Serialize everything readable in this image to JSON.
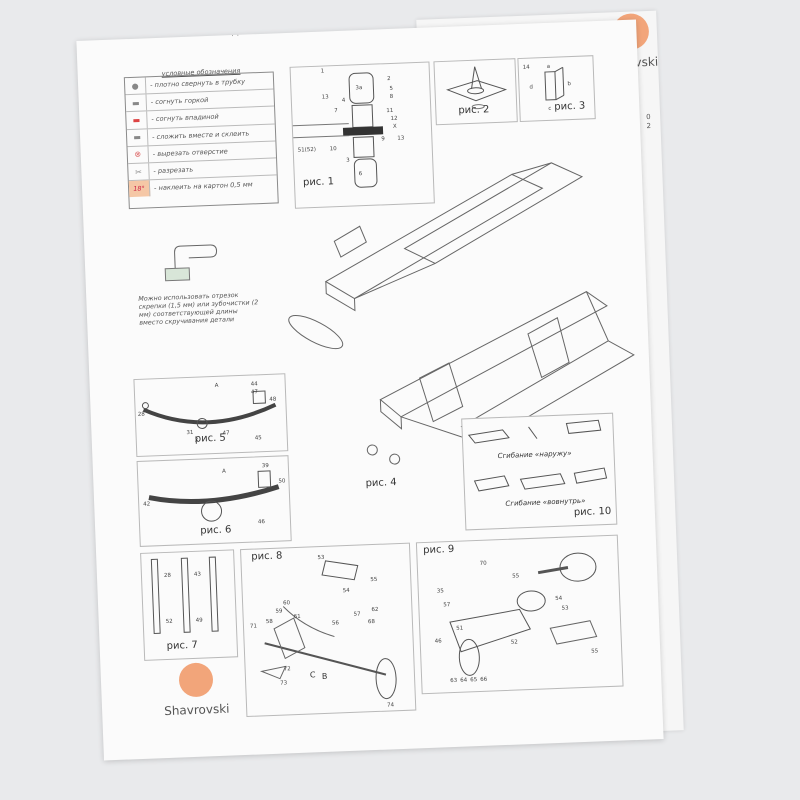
{
  "page_top": "ı ı",
  "brand": {
    "name": "Shavrovski",
    "name_back": "avrovski"
  },
  "legend": {
    "title": "условные обозначения",
    "rows": [
      {
        "symbol": "●",
        "text": "- плотно свернуть в трубку"
      },
      {
        "symbol": "▬",
        "text": "- согнуть горкой"
      },
      {
        "symbol": "▬",
        "text": "- согнуть впадиной"
      },
      {
        "symbol": "▬",
        "text": "- сложить вместе и склеить"
      },
      {
        "symbol": "⊗",
        "text": "- вырезать отверстие"
      },
      {
        "symbol": "✂",
        "text": "- разрезать"
      },
      {
        "symbol": "18°",
        "text": "- наклеить на картон 0,5 мм"
      }
    ]
  },
  "note": "Можно использовать отрезок скрепки (1,5 мм) или зубочистки (2 мм) соответствующей длины вместо скручивания детали",
  "figures": {
    "fig1": "рис. 1",
    "fig2": "рис. 2",
    "fig3": "рис. 3",
    "fig4": "рис. 4",
    "fig5": "рис. 5",
    "fig6": "рис. 6",
    "fig7": "рис. 7",
    "fig8": "рис. 8",
    "fig9": "рис. 9",
    "fig10": "рис. 10"
  },
  "fig1_labels": [
    "1",
    "3а",
    "2",
    "5",
    "8",
    "13",
    "4",
    "7",
    "11",
    "12",
    "X",
    "51(52)",
    "10",
    "9",
    "13",
    "3",
    "6"
  ],
  "fig3_labels": [
    "14",
    "a",
    "d",
    "b",
    "c"
  ],
  "fig5_labels": [
    "A",
    "44",
    "47",
    "48",
    "28",
    "31",
    "X",
    "47",
    "45"
  ],
  "fig6_labels": [
    "A",
    "39",
    "42",
    "50",
    "46"
  ],
  "fig7_labels": [
    "28",
    "43",
    "52",
    "49"
  ],
  "fig8_labels": [
    "53",
    "54",
    "55",
    "60",
    "59",
    "61",
    "58",
    "62",
    "71",
    "57",
    "56",
    "68",
    "72",
    "73",
    "74",
    "C",
    "B"
  ],
  "fig9_labels": [
    "70",
    "55",
    "54",
    "53",
    "35",
    "57",
    "46",
    "51",
    "52",
    "63",
    "64",
    "65",
    "66",
    "55"
  ],
  "fig10": {
    "bend_out": "Сгибание «наружу»",
    "bend_in": "Сгибание «вовнутрь»"
  },
  "back_sheet_numbers": [
    "0",
    "2"
  ]
}
